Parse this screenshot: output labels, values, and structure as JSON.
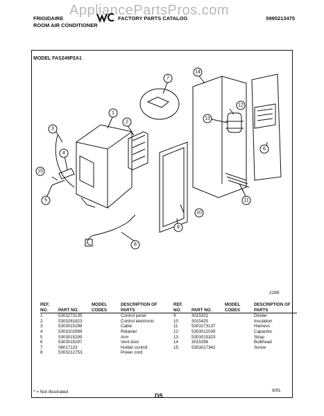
{
  "watermark": "AppliancePartsPros.com",
  "header": {
    "brand_line1": "FRIGIDAIRE",
    "brand_line2": "ROOM AIR CONDITIONER",
    "catalog": "FACTORY PARTS CATALOG",
    "catalog_no": "5995213475"
  },
  "model": "MODEL FAS249P2A1",
  "drawing_no": "2269",
  "callouts": [
    "1",
    "2",
    "3",
    "4",
    "5",
    "6",
    "7",
    "8",
    "9",
    "10",
    "11",
    "12",
    "13",
    "14",
    "15"
  ],
  "table": {
    "headers": {
      "ref": "REF. NO.",
      "part": "PART NO.",
      "codes": "MODEL CODES",
      "desc": "DESCRIPTION OF PARTS"
    },
    "left": [
      {
        "ref": "1",
        "part": "5303273135",
        "desc": "Control panel"
      },
      {
        "ref": "2",
        "part": "5303281823",
        "desc": "Control electronic"
      },
      {
        "ref": "3",
        "part": "5303015298",
        "desc": "Cable"
      },
      {
        "ref": "4",
        "part": "5303202999",
        "desc": "Retainer"
      },
      {
        "ref": "5",
        "part": "5303015299",
        "desc": "Arm"
      },
      {
        "ref": "6",
        "part": "5303015297",
        "desc": "Vent door"
      },
      {
        "ref": "7",
        "part": "08017123",
        "desc": "Holder control"
      },
      {
        "ref": "8",
        "part": "5303212753",
        "desc": "Power cord"
      }
    ],
    "right": [
      {
        "ref": "9",
        "part": "3015321",
        "desc": "Divider"
      },
      {
        "ref": "10",
        "part": "3015425",
        "desc": "Insulation"
      },
      {
        "ref": "11",
        "part": "5303273137",
        "desc": "Harness"
      },
      {
        "ref": "12",
        "part": "5303012039",
        "desc": "Capacitor"
      },
      {
        "ref": "13",
        "part": "5303015323",
        "desc": "Strap"
      },
      {
        "ref": "14",
        "part": "3015296",
        "desc": "Bulkhead"
      },
      {
        "ref": "15",
        "part": "5303017342",
        "desc": "Screw"
      }
    ]
  },
  "footer": {
    "note": "* = Not Illustrated",
    "page": "D5",
    "date": "9/91"
  }
}
